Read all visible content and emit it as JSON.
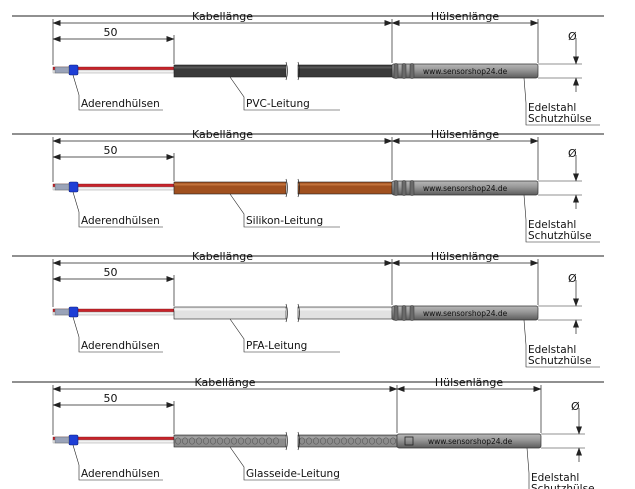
{
  "labels": {
    "cable_length": "Kabellänge",
    "sleeve_length": "Hülsenlänge",
    "strip_length": "50",
    "diameter": "Ø",
    "ferrules": "Aderendhülsen",
    "steel_line1": "Edelstahl",
    "steel_line2": "Schutzhülse",
    "url": "www.sensorshop24.de"
  },
  "variants": [
    {
      "cable_label": "PVC-Leitung",
      "cable_color": "#3a3a3a",
      "cable_highlight": "#6a6a6a",
      "pattern": "solid"
    },
    {
      "cable_label": "Silikon-Leitung",
      "cable_color": "#a0501f",
      "cable_highlight": "#d9894f",
      "pattern": "solid"
    },
    {
      "cable_label": "PFA-Leitung",
      "cable_color": "#e2e2e2",
      "cable_highlight": "#ffffff",
      "pattern": "solid"
    },
    {
      "cable_label": "Glasseide-Leitung",
      "cable_color": "#8c8c8c",
      "cable_highlight": "#b4b4b4",
      "pattern": "braided"
    }
  ],
  "colors": {
    "wire_red": "#c8232b",
    "wire_white": "#f2f2f2",
    "ferrule_blue": "#1f3fd6",
    "sleeve_gray": "#8f8f8f",
    "sleeve_dark": "#5a5a5a",
    "line": "#222222"
  }
}
